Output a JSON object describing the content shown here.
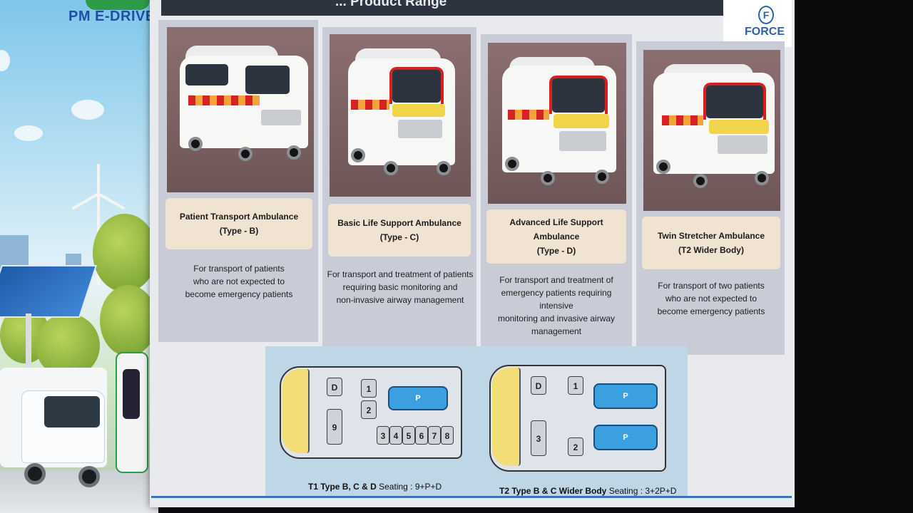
{
  "header": {
    "title": "... Product Range",
    "pm_logo": "PM E-DRIVE",
    "brand_logo": "FORCE",
    "brand_initial": "F"
  },
  "products": [
    {
      "name_line1": "Patient Transport Ambulance",
      "name_line2": "(Type - B)",
      "desc": [
        "For transport of patients",
        "who are not expected to",
        "become emergency patients"
      ]
    },
    {
      "name_line1": "Basic Life Support Ambulance",
      "name_line2": "(Type - C)",
      "desc": [
        "For transport and treatment of patients",
        "requiring basic monitoring and",
        "non-invasive airway management"
      ]
    },
    {
      "name_line1": "Advanced Life Support Ambulance",
      "name_line2": "(Type - D)",
      "desc": [
        "For transport and treatment of",
        "emergency patients requiring intensive",
        "monitoring and invasive airway",
        "management"
      ]
    },
    {
      "name_line1": "Twin Stretcher Ambulance",
      "name_line2": "(T2 Wider Body)",
      "desc": [
        "For transport of two patients",
        "who are not expected to",
        "become emergency patients"
      ]
    }
  ],
  "layouts": [
    {
      "caption_bold": "T1 Type B, C & D",
      "caption_rest": " Seating : 9+P+D",
      "seats": [
        "D",
        "1",
        "2",
        "9",
        "3",
        "4",
        "5",
        "6",
        "7",
        "8"
      ],
      "stretchers": [
        "P"
      ]
    },
    {
      "caption_bold": "T2 Type B & C Wider Body",
      "caption_rest": " Seating : 3+2P+D",
      "seats": [
        "D",
        "1",
        "3",
        "2"
      ],
      "stretchers": [
        "P",
        "P"
      ]
    }
  ]
}
